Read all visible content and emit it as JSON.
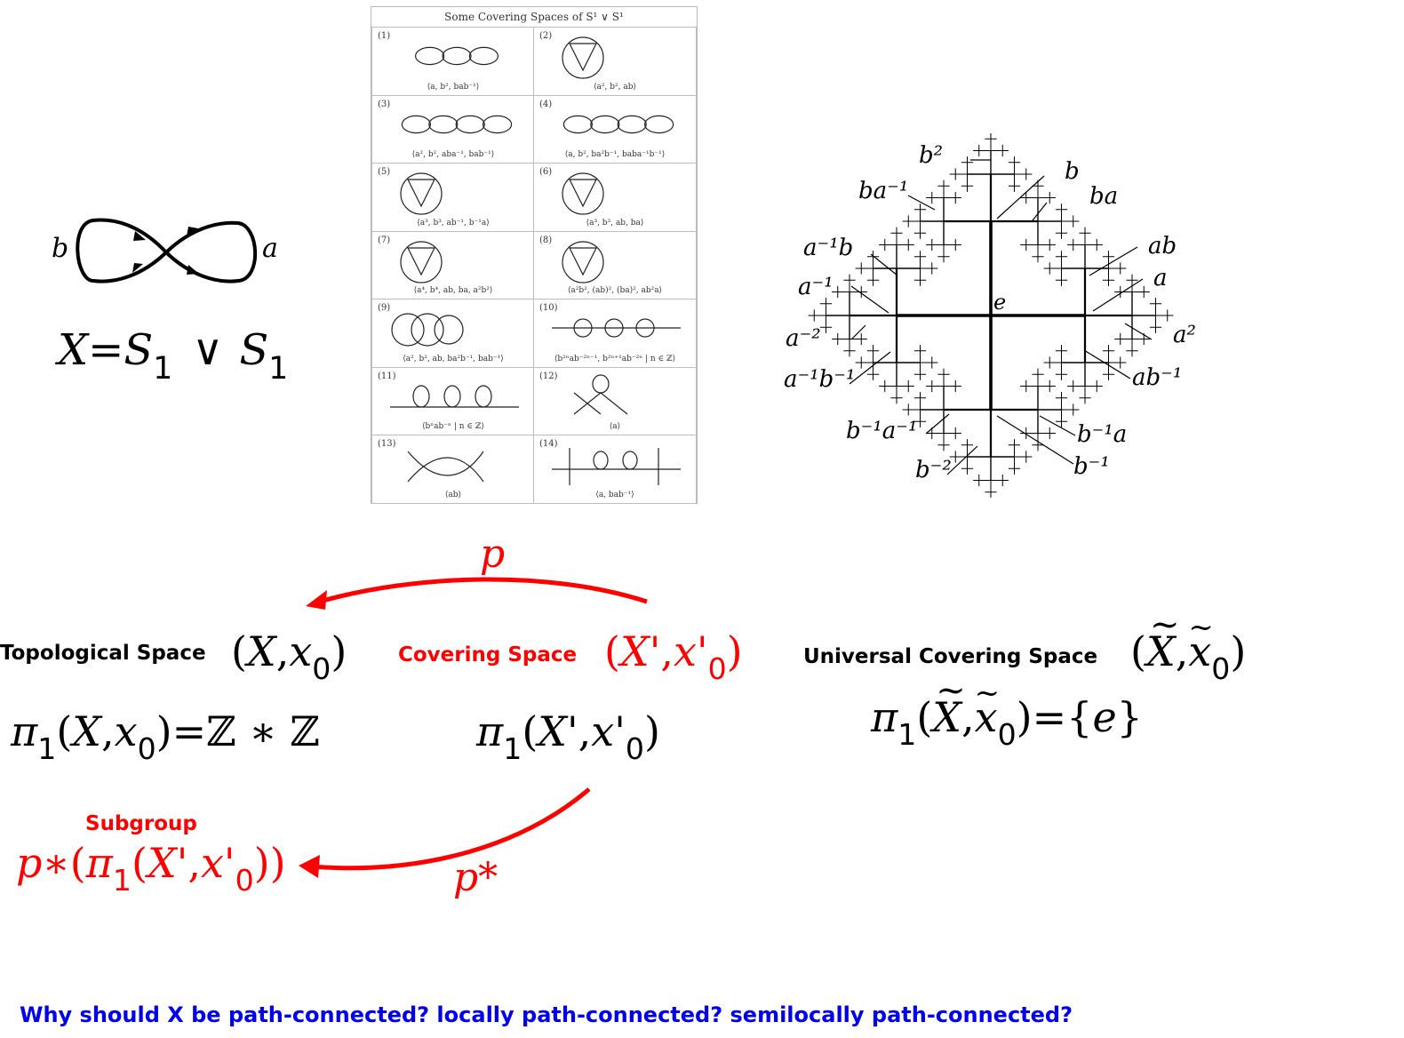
{
  "figure_eight": {
    "label_left": "b",
    "label_right": "a",
    "formula_lhs": "X",
    "formula_eq": "=",
    "formula_s1": "S",
    "formula_sub1": "1",
    "formula_vee": "∨",
    "formula_s2": "S",
    "formula_sub2": "1"
  },
  "covering_table": {
    "title": "Some Covering Spaces of  S¹ ∨ S¹",
    "cells": [
      {
        "num": "(1)",
        "caption": "⟨a, b², bab⁻¹⟩"
      },
      {
        "num": "(2)",
        "caption": "⟨a², b², ab⟩"
      },
      {
        "num": "(3)",
        "caption": "⟨a², b², aba⁻¹, bab⁻¹⟩"
      },
      {
        "num": "(4)",
        "caption": "⟨a, b², ba²b⁻¹, baba⁻¹b⁻¹⟩"
      },
      {
        "num": "(5)",
        "caption": "⟨a³, b³, ab⁻¹, b⁻¹a⟩"
      },
      {
        "num": "(6)",
        "caption": "⟨a³, b³, ab, ba⟩"
      },
      {
        "num": "(7)",
        "caption": "⟨a⁴, b⁴, ab, ba, a²b²⟩"
      },
      {
        "num": "(8)",
        "caption": "⟨a²b², (ab)², (ba)², ab²a⟩"
      },
      {
        "num": "(9)",
        "caption": "⟨a², b², ab, ba²b⁻¹, bab⁻¹⟩"
      },
      {
        "num": "(10)",
        "caption": "⟨b²ⁿab⁻²ⁿ⁻¹, b²ⁿ⁺¹ab⁻²ⁿ | n ∈ ℤ⟩"
      },
      {
        "num": "(11)",
        "caption": "⟨bⁿab⁻ⁿ | n ∈ ℤ⟩"
      },
      {
        "num": "(12)",
        "caption": "⟨a⟩"
      },
      {
        "num": "(13)",
        "caption": "⟨ab⟩"
      },
      {
        "num": "(14)",
        "caption": "⟨a, bab⁻¹⟩"
      }
    ]
  },
  "cayley_tree": {
    "center": "e",
    "labels": {
      "b2": "b²",
      "b": "b",
      "ba_inv": "ba⁻¹",
      "ba": "ba",
      "a_inv_b": "a⁻¹b",
      "ab": "ab",
      "a_inv": "a⁻¹",
      "a": "a",
      "a_neg2": "a⁻²",
      "a2": "a²",
      "a_inv_b_inv": "a⁻¹b⁻¹",
      "ab_inv": "ab⁻¹",
      "b_inv_a_inv": "b⁻¹a⁻¹",
      "b_inv_a": "b⁻¹a",
      "b_neg2": "b⁻²",
      "b_inv": "b⁻¹"
    }
  },
  "arrows": {
    "p_label": "p",
    "p_star_label": "p*"
  },
  "topological": {
    "heading": "Topological Space",
    "pair_open": "(",
    "pair_x": "X",
    "pair_comma": ",",
    "pair_x0": "x",
    "pair_sub": "0",
    "pair_close": ")",
    "pi": "π",
    "pi_sub": "1",
    "group_open": "(",
    "group_x": "X",
    "group_comma": ",",
    "group_x0": "x",
    "group_sub": "0",
    "group_close": ")",
    "equals_text": "=ℤ ∗ ℤ"
  },
  "covering": {
    "heading": "Covering Space",
    "pair_open": "(",
    "pair_x": "X",
    "pair_prime": "'",
    "pair_comma": ",",
    "pair_x0": "x",
    "pair_x0_prime": "'",
    "pair_sub": "0",
    "pair_close": ")",
    "pi": "π",
    "pi_sub": "1",
    "group_open": "(",
    "group_x": "X",
    "group_prime": "'",
    "group_comma": ",",
    "group_x0": "x",
    "group_x0_prime": "'",
    "group_sub": "0",
    "group_close": ")"
  },
  "universal": {
    "heading": "Universal Covering Space",
    "pair_open": "(",
    "pair_x": "X",
    "pair_comma": ",",
    "pair_x0": "x",
    "pair_sub": "0",
    "pair_close": ")",
    "pi": "π",
    "pi_sub": "1",
    "group_open": "(",
    "group_x": "X",
    "group_comma": ",",
    "group_x0": "x",
    "group_sub": "0",
    "group_close": ")",
    "equals_text": "={",
    "e": "e",
    "close_brace": "}"
  },
  "subgroup": {
    "heading": "Subgroup",
    "p_star": "p∗",
    "open": "(",
    "pi": "π",
    "pi_sub": "1",
    "inner_open": "(",
    "x": "X",
    "x_prime": "'",
    "comma": ",",
    "x0": "x",
    "x0_prime": "'",
    "x0_sub": "0",
    "close": "))"
  },
  "questions": {
    "text": "Why should X be path-connected?  locally path-connected?  semilocally path-connected?"
  },
  "colors": {
    "accent_red": "#ff0000",
    "question_blue": "#0000ee",
    "ink": "#000000"
  }
}
